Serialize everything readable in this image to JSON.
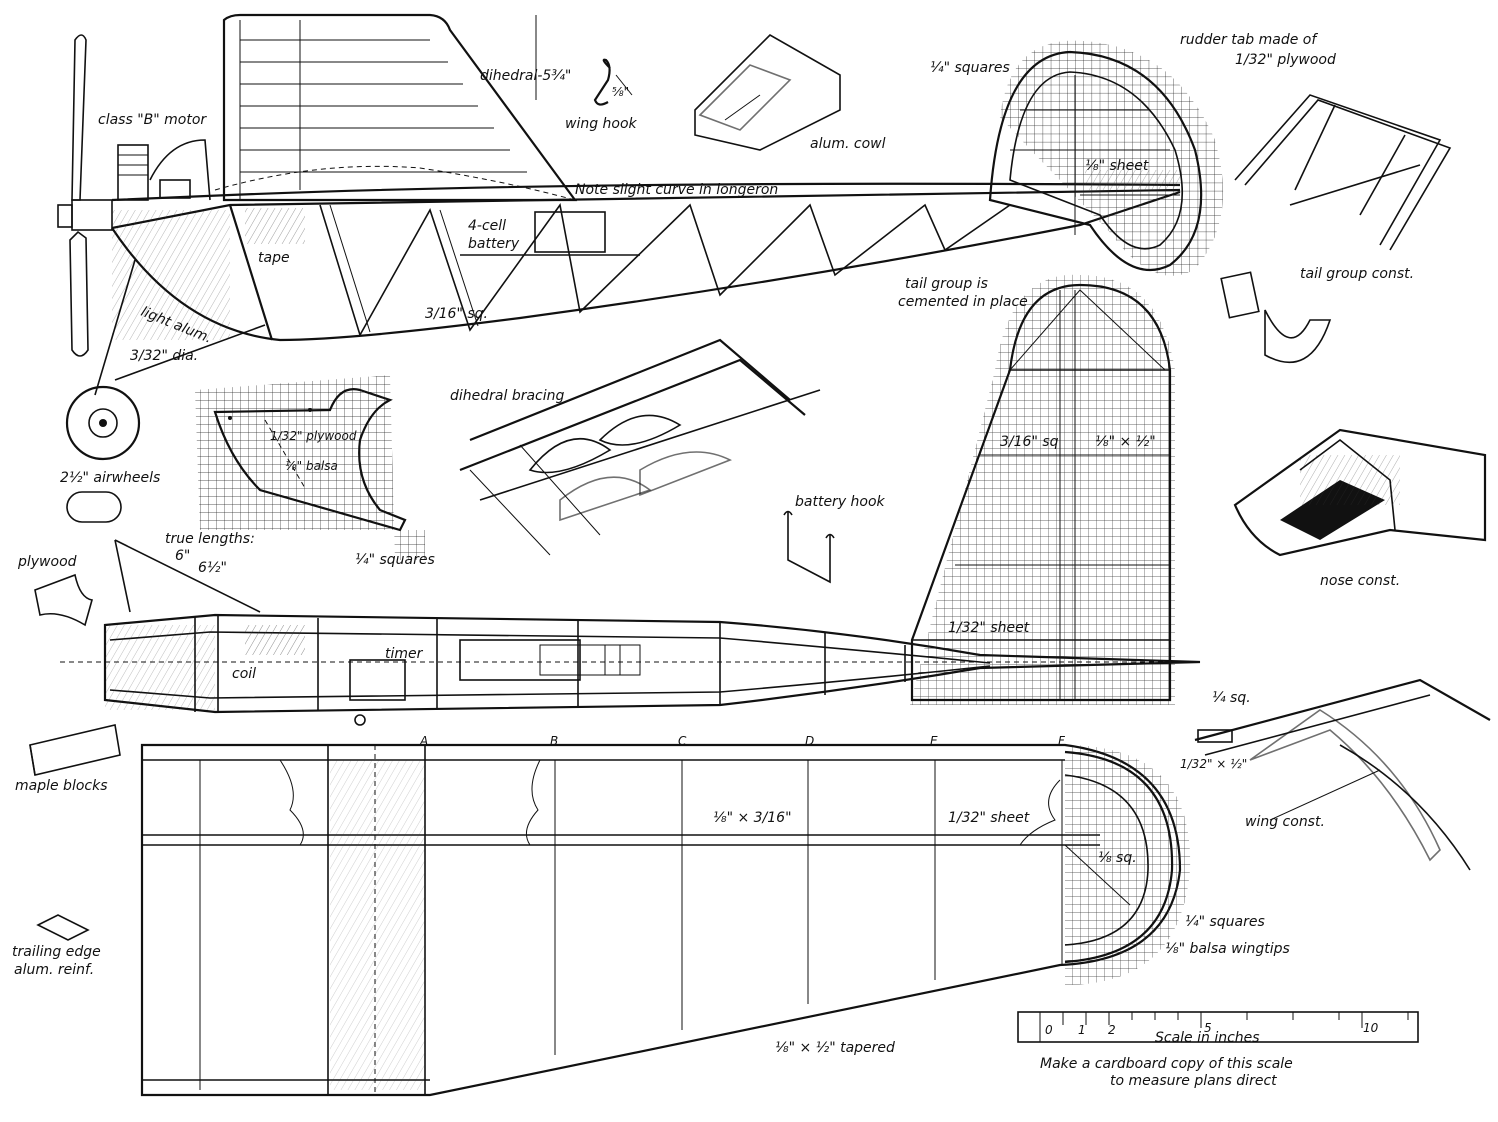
{
  "labels": {
    "class_b_motor": "class \"B\" motor",
    "dihedral": "dihedral-5¾\"",
    "wing_hook": "wing hook",
    "wing_hook_dim": "⅝\"",
    "alum_cowl": "alum. cowl",
    "quarter_squares_top": "¼\" squares",
    "rudder_tab": "rudder tab made of",
    "rudder_tab_2": "1/32\" plywood",
    "eighth_sheet": "⅛\" sheet",
    "note_curve": "Note slight curve in longeron",
    "four_cell": "4-cell",
    "battery": "battery",
    "tape": "tape",
    "tail_group_const": "tail group const.",
    "tail_cemented_1": "tail group is",
    "tail_cemented_2": "cemented in place",
    "three_sixteenths_sq": "3/16\" sq.",
    "light_alum": "light alum.",
    "dia": "3/32\" dia.",
    "dihedral_bracing": "dihedral bracing",
    "plywood_32": "1/32\" plywood",
    "balsa_8": "⅛\" balsa",
    "quarter_squares_mid": "¼\" squares",
    "airwheels": "2½\" airwheels",
    "true_lengths": "true lengths:",
    "six": "6\"",
    "six_half": "6½\"",
    "plywood": "plywood",
    "battery_hook": "battery hook",
    "fin_sq": "3/16\" sq",
    "fin_eighth_half": "⅛\" × ½\"",
    "nose_const": "nose const.",
    "sheet_32": "1/32\" sheet",
    "coil": "coil",
    "timer": "timer",
    "maple_blocks": "maple blocks",
    "quarter_sq": "¼ sq.",
    "thirty_two_half": "1/32\" × ½\"",
    "wing_const": "wing const.",
    "eighth_3_16": "⅛\" × 3/16\"",
    "sheet_32_wing": "1/32\" sheet",
    "eighth_sq": "⅛ sq.",
    "quarter_squares_wing": "¼\" squares",
    "balsa_wingtips": "⅛\" balsa wingtips",
    "trailing_1": "trailing edge",
    "trailing_2": "alum. reinf.",
    "tapered": "⅛\" × ½\" tapered",
    "scale_title": "Scale in inches",
    "scale_note_1": "Make a cardboard copy of this scale",
    "scale_note_2": "to measure plans direct",
    "rib_a": "A",
    "rib_b": "B",
    "rib_c": "C",
    "rib_d": "D",
    "rib_e": "E",
    "rib_f": "F",
    "scale_0": "0",
    "scale_1": "1",
    "scale_2": "2",
    "scale_5": "5",
    "scale_10": "10"
  }
}
